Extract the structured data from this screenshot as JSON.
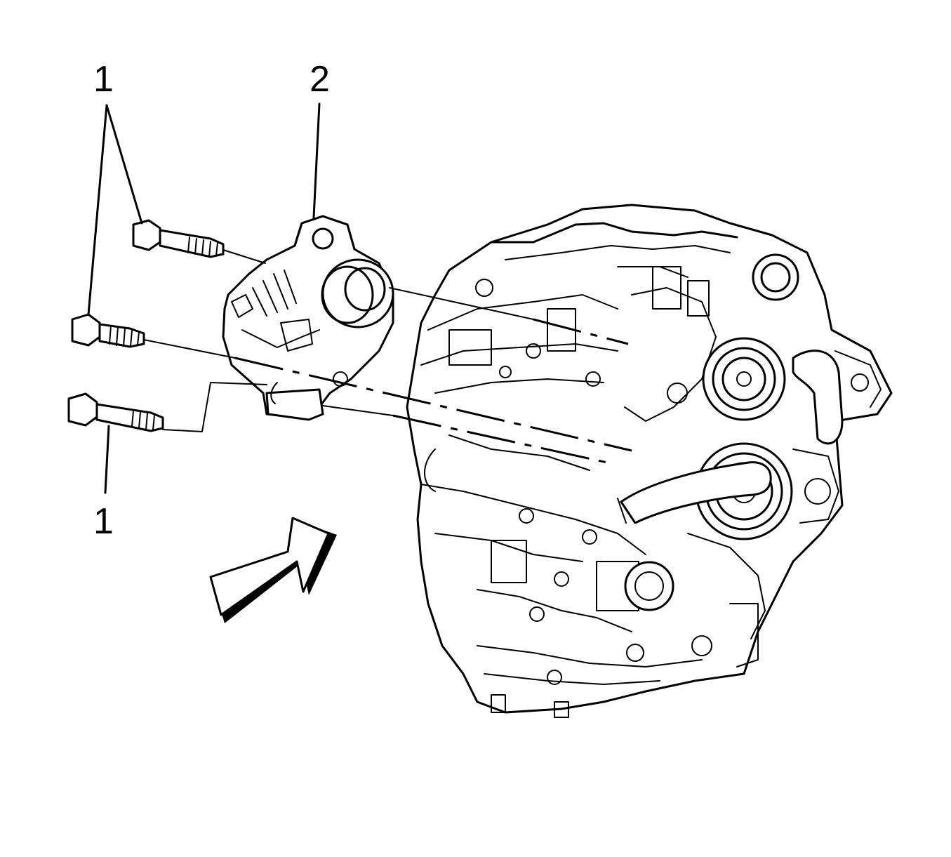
{
  "callouts": {
    "label_1_top": "1",
    "label_2": "2",
    "label_1_bottom": "1"
  },
  "colors": {
    "ink": "#000000",
    "background": "#ffffff"
  }
}
